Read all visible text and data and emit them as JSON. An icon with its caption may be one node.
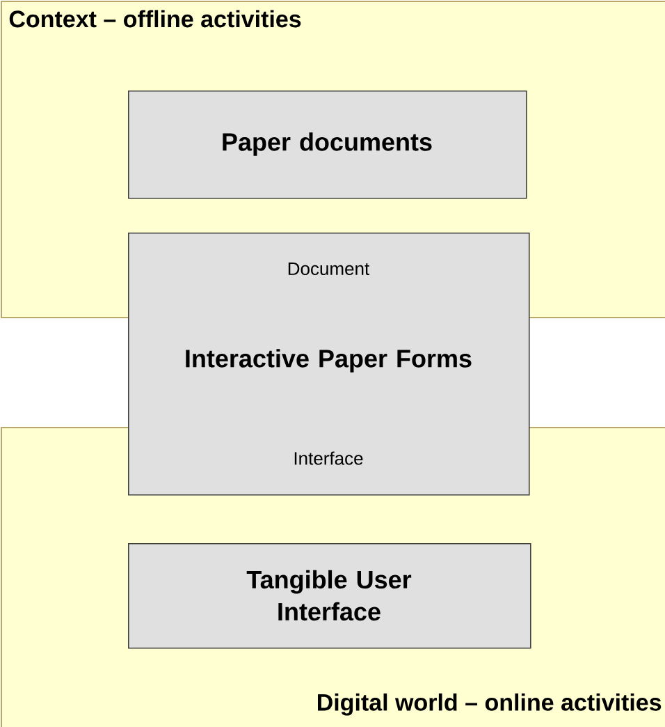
{
  "diagram": {
    "nodes": [
      {
        "text": [
          "Context – offline activities"
        ]
      },
      {
        "text": [
          "Paper documents"
        ],
        "in": 0
      },
      {
        "text": [
          "Document",
          "Interactive Paper Forms",
          "Interface"
        ]
      },
      {
        "text": [
          "Digital world – online activities"
        ]
      },
      {
        "text": [
          "Tangible User Interface"
        ],
        "in": 3
      }
    ]
  }
}
